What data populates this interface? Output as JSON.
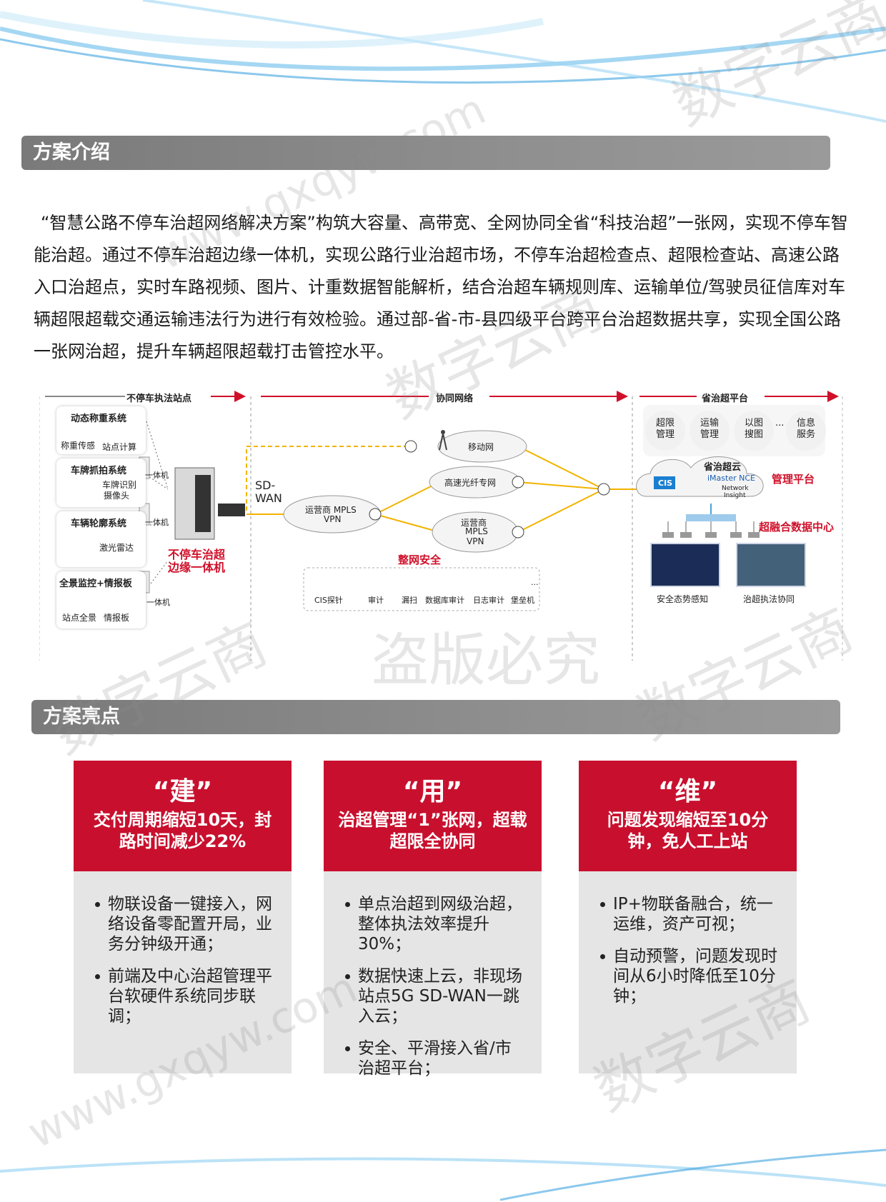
{
  "section1_title": "方案介绍",
  "intro_text": "“智慧公路不停车治超网络解决方案”构筑大容量、高带宽、全网协同全省“科技治超”一张网，实现不停车智能治超。通过不停车治超边缘一体机，实现公路行业治超市场，不停车治超检查点、超限检查站、高速公路入口治超点，实时车路视频、图片、计重数据智能解析，结合治超车辆规则库、运输单位/驾驶员征信库对车辆超限超载交通运输违法行为进行有效检验。通过部-省-市-县四级平台跨平台治超数据共享，实现全国公路一张网治超，提升车辆超限超载打击管控水平。",
  "diagram": {
    "zone1": "不停车执法站点",
    "zone2": "协同网络",
    "zone3": "省治超平台",
    "systems": [
      {
        "title": "动态称重系统",
        "items": [
          "称重传感",
          "站点计算"
        ]
      },
      {
        "title": "车牌抓拍系统",
        "items": [
          "车牌识别",
          "摄像头"
        ]
      },
      {
        "title": "车辆轮廓系统",
        "items": [
          "激光雷达"
        ]
      },
      {
        "title": "全景监控+情报板",
        "items": [
          "站点全景",
          "情报板"
        ]
      }
    ],
    "yitiji": "一体机",
    "edge_label_1": "不停车治超",
    "edge_label_2": "边缘一体机",
    "sdwan_1": "SD-",
    "sdwan_2": "WAN",
    "cloud_mobile": "移动网",
    "cloud_mpls_1": "运营商 MPLS",
    "cloud_mpls_2": "VPN",
    "cloud_fiber": "高速光纤专网",
    "cloud_mpls2_1": "运营商",
    "cloud_mpls2_2": "MPLS",
    "cloud_mpls2_3": "VPN",
    "security_title": "整网安全",
    "security_items": [
      "CIS探针",
      "审计",
      "漏扫",
      "数据库审计",
      "日志审计",
      "堡垒机",
      "..."
    ],
    "services": [
      {
        "l1": "超限",
        "l2": "管理"
      },
      {
        "l1": "运输",
        "l2": "管理"
      },
      {
        "l1": "以图",
        "l2": "搜图"
      },
      {
        "l1": "信息",
        "l2": "服务"
      }
    ],
    "services_more": "...",
    "cloud_title": "省治超云",
    "imaster": "iMaster NCE",
    "cis": "CIS",
    "network_insight_1": "Network",
    "network_insight_2": "Insight",
    "mgmt_platform": "管理平台",
    "datacenter": "超融合数据中心",
    "screen1": "安全态势感知",
    "screen2": "治超执法协同"
  },
  "section2_title": "方案亮点",
  "cards": [
    {
      "quote": "“建”",
      "subtitle": "交付周期缩短10天，封路时间减少22%",
      "items": [
        "物联设备一键接入，网络设备零配置开局，业务分钟级开通；",
        "前端及中心治超管理平台软硬件系统同步联调；"
      ]
    },
    {
      "quote": "“用”",
      "subtitle": "治超管理“1”张网，超载超限全协同",
      "items": [
        "单点治超到网级治超，整体执法效率提升30%；",
        "数据快速上云，非现场站点5G SD-WAN一跳入云；",
        "安全、平滑接入省/市治超平台；"
      ]
    },
    {
      "quote": "“维”",
      "subtitle": "问题发现缩短至10分钟，免人工上站",
      "items": [
        "IP+物联备融合，统一运维，资产可视；",
        "自动预警，问题发现时间从6小时降低至10分钟；"
      ]
    }
  ],
  "watermarks": [
    "数字云商",
    "www.gxqyw.com",
    "盗版必究"
  ],
  "colors": {
    "red": "#c8102e",
    "bar": "#8a8a8a",
    "card_bg": "#e5e5e5",
    "line": "#f2b300"
  }
}
